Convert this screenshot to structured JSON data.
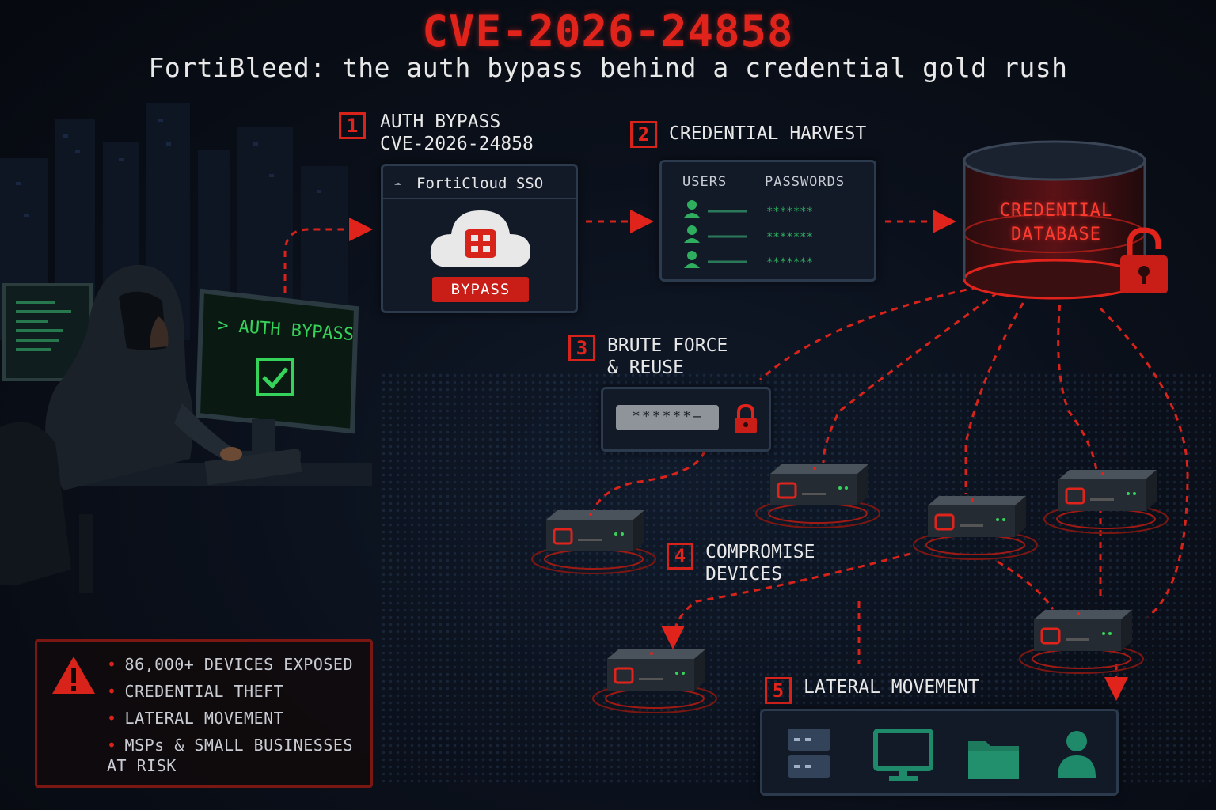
{
  "header": {
    "title": "CVE-2026-24858",
    "subtitle": "FortiBleed: the auth bypass behind a credential gold rush"
  },
  "steps": [
    {
      "number": "1",
      "label": "AUTH BYPASS\nCVE-2026-24858"
    },
    {
      "number": "2",
      "label": "CREDENTIAL HARVEST"
    },
    {
      "number": "3",
      "label": "BRUTE FORCE\n& REUSE"
    },
    {
      "number": "4",
      "label": "COMPROMISE\nDEVICES"
    },
    {
      "number": "5",
      "label": "LATERAL MOVEMENT"
    }
  ],
  "sso_panel": {
    "title": "FortiCloud SSO",
    "button": "BYPASS"
  },
  "harvest_panel": {
    "col_users": "USERS",
    "col_passwords": "PASSWORDS",
    "rows": 3
  },
  "database": {
    "label_line1": "CREDENTIAL",
    "label_line2": "DATABASE"
  },
  "terminal": {
    "text": "> AUTH BYPASS"
  },
  "password_field": {
    "value": "******—"
  },
  "risk_box": {
    "items": [
      "86,000+ DEVICES EXPOSED",
      "CREDENTIAL THEFT",
      "LATERAL MOVEMENT",
      "MSPs & SMALL BUSINESSES\nAT RISK"
    ]
  },
  "icons": {
    "warning": "warning-triangle-icon",
    "lock": "padlock-icon",
    "user": "user-icon",
    "cloud": "cloud-icon",
    "server": "server-stack-icon",
    "monitor": "monitor-icon",
    "folder": "folder-icon",
    "person": "person-icon",
    "firewall": "firewall-appliance-icon"
  },
  "colors": {
    "accent_red": "#e0241c",
    "terminal_green": "#36d35a",
    "teal": "#1f8a6a",
    "panel_bg": "#121a28",
    "background": "#0a0f19"
  }
}
